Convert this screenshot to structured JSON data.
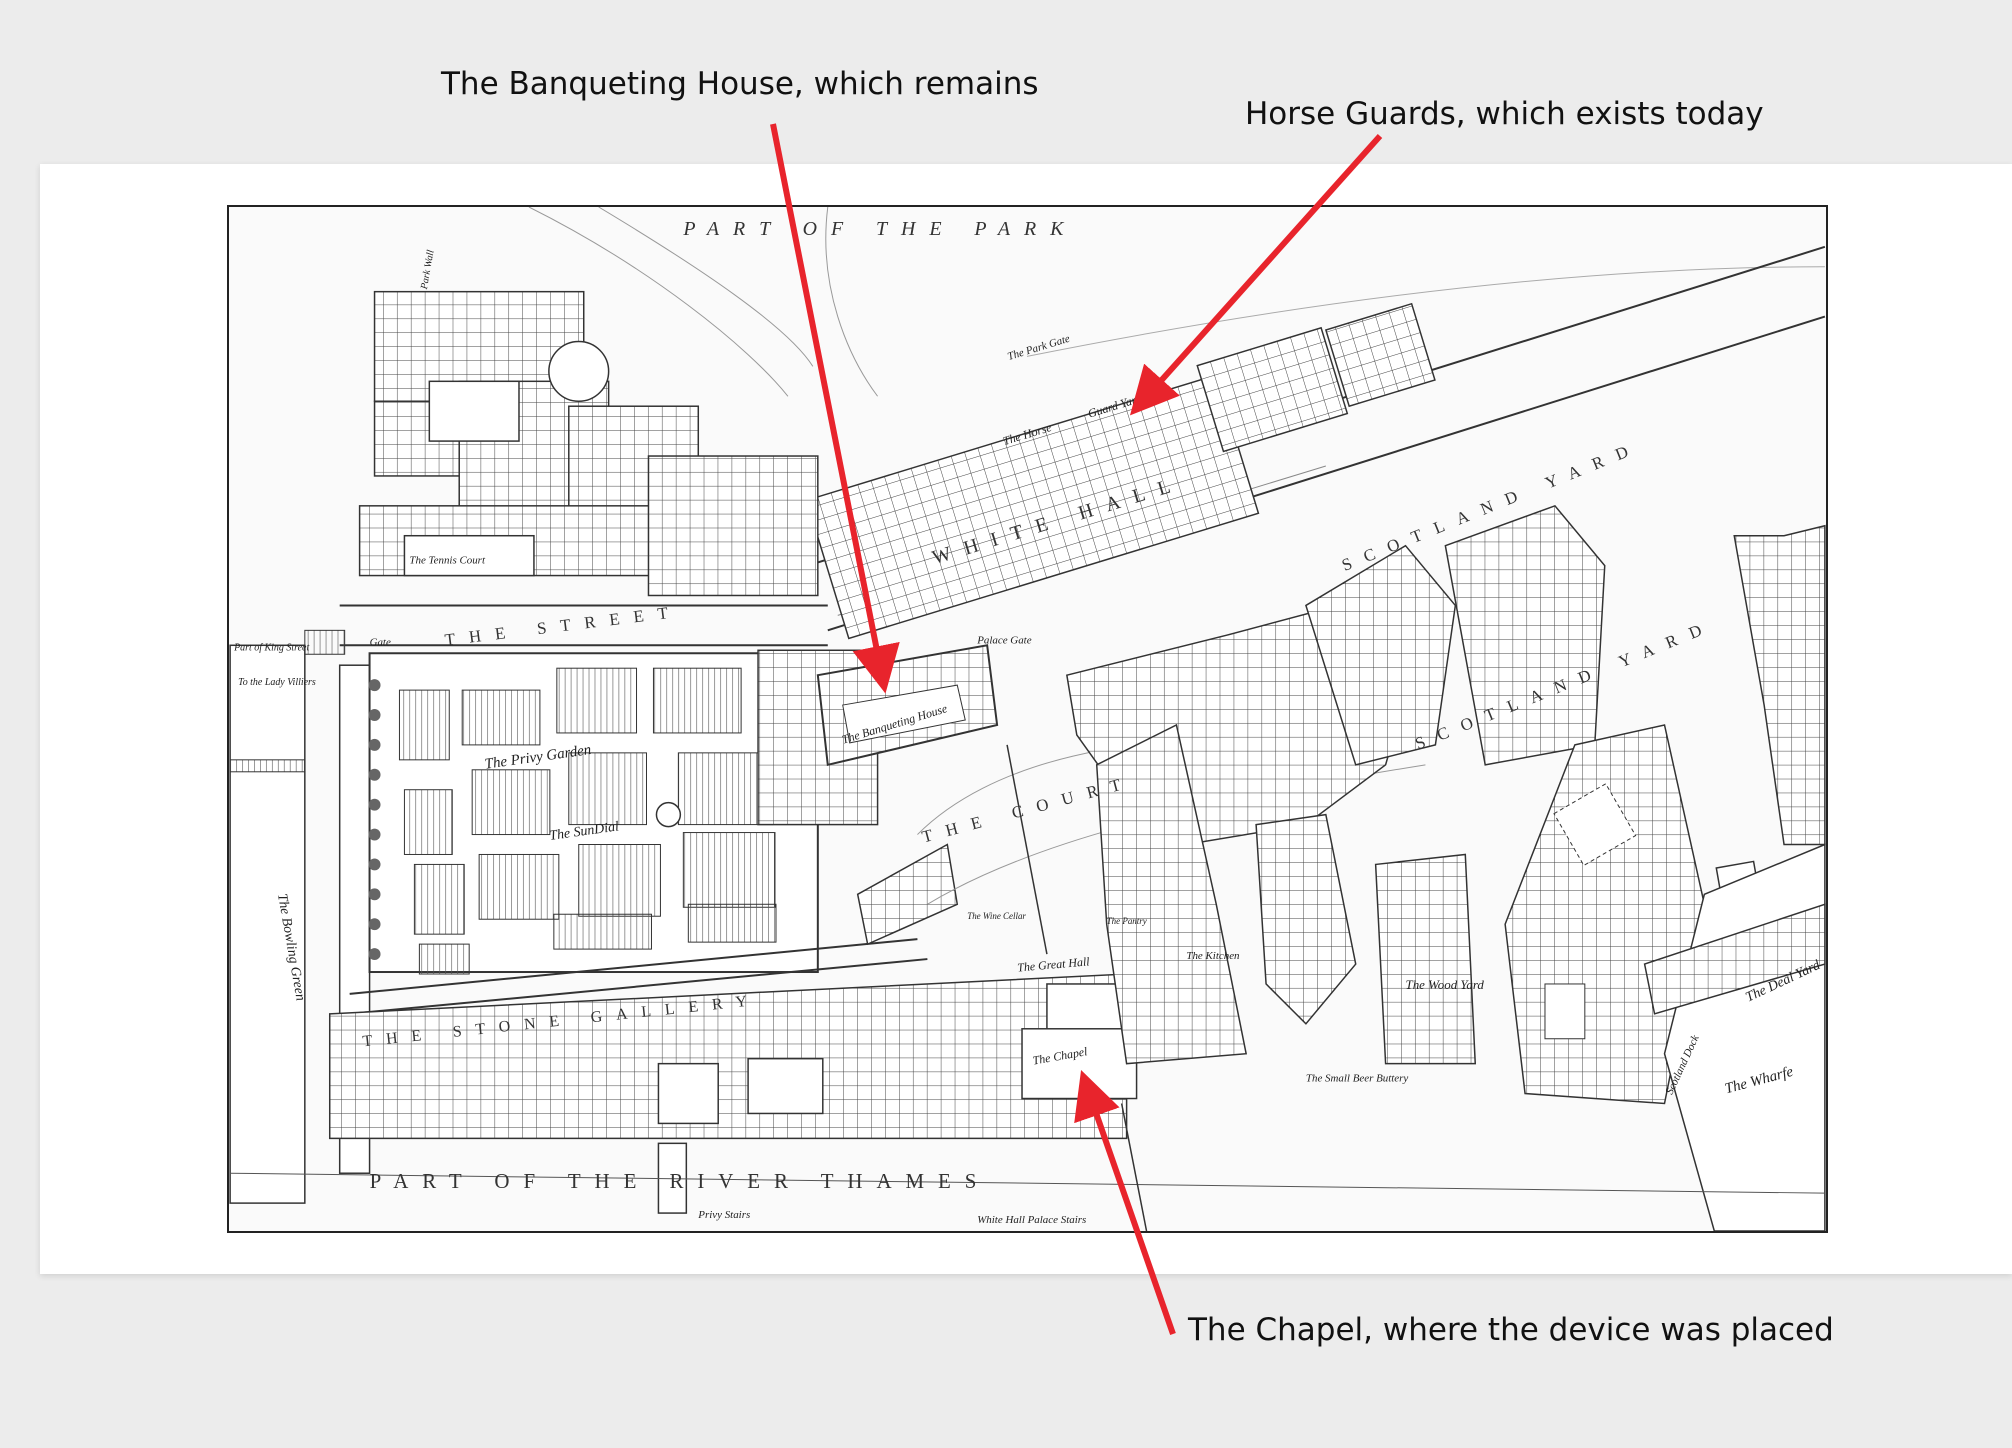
{
  "annotations": {
    "banqueting": "The Banqueting House, which remains",
    "horse_guards": "Horse Guards, which exists today",
    "chapel": "The Chapel, where the device was placed"
  },
  "map": {
    "labels": {
      "part_of_the_park": "PART OF THE PARK",
      "white_hall": "WHITE HALL",
      "the_street": "THE STREET",
      "the_privy_garden": "The Privy Garden",
      "the_sundial": "The SunDial",
      "the_stone_gallery": "THE STONE GALLERY",
      "the_court": "THE COURT",
      "scotland_yard": "SCOTLAND YARD",
      "the_banqueting_house": "The Banqueting House",
      "the_chapel": "The Chapel",
      "the_great_hall": "The Great Hall",
      "the_wood_yard": "The Wood Yard",
      "the_bowling_green": "The Bowling Green",
      "the_wharfe": "The Wharfe",
      "the_deal_yard": "The Deal Yard",
      "guard_yard": "Guard Yard",
      "the_horse": "The Horse",
      "the_park_gate": "The Park Gate",
      "the_tennis_court": "The Tennis Court",
      "the_kitchen": "The Kitchen",
      "palace_gate": "Palace Gate",
      "gate": "Gate",
      "privy_stairs": "Privy Stairs",
      "white_hall_palace_stairs": "White Hall Palace Stairs",
      "the_small_beer_buttery": "The Small Beer Buttery",
      "scotland_dock": "Scotland Dock",
      "part_of_the_river_thames": "PART OF THE RIVER THAMES",
      "park_wall": "Park Wall",
      "to_the_lady_villiers": "To the Lady Villiers",
      "part_of_king_street": "Part of King Street",
      "the_wine_cellar": "The Wine Cellar",
      "the_pantry": "The Pantry"
    }
  },
  "colors": {
    "arrow": "#e8242c",
    "ink": "#222222",
    "background": "#ececec",
    "slide": "#ffffff"
  }
}
